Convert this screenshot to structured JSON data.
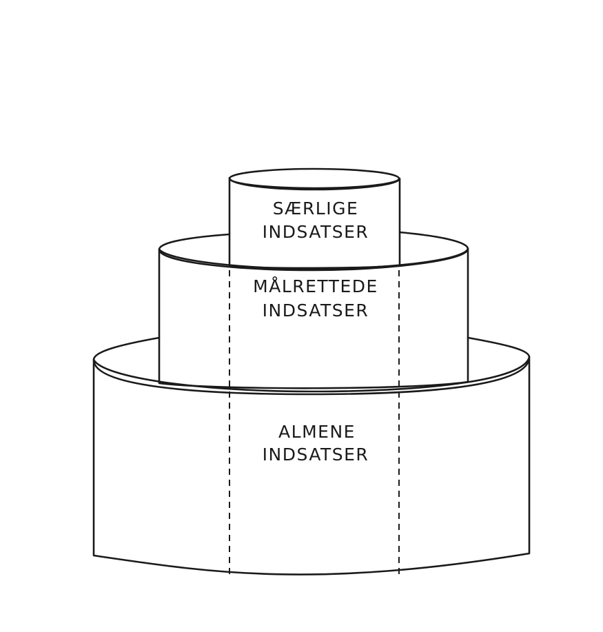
{
  "tiers": {
    "top": {
      "line1": "SÆRLIGE",
      "line2": "INDSATSER",
      "fill": "#d3e7ed"
    },
    "middle": {
      "line1": "MÅLRETTEDE",
      "line2": "INDSATSER",
      "fill": "#ffffff"
    },
    "bottom": {
      "line1": "ALMENE",
      "line2": "INDSATSER",
      "fill": "#ffffff"
    }
  },
  "colors": {
    "stroke": "#1a1a1a",
    "background": "#ffffff"
  }
}
